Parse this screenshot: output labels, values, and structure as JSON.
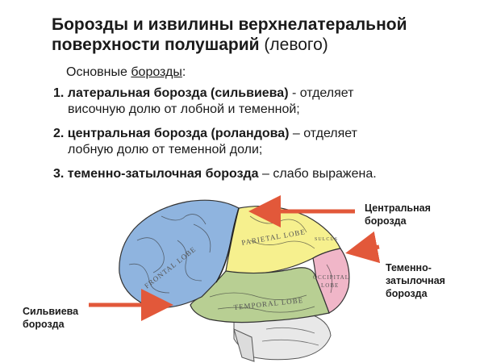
{
  "title": {
    "bold": "Борозды и извилины верхнелатеральной поверхности полушарий",
    "normal": "(левого)"
  },
  "intro": {
    "word1": "Основные",
    "word2": "борозды",
    "colon": ":"
  },
  "items": [
    {
      "bold": "1. латеральная борозда (сильвиева)",
      "rest1": " - отделяет",
      "rest2": "височную долю от лобной и теменной;"
    },
    {
      "bold": "2. центральная борозда (роландова)",
      "rest1": " – отделяет",
      "rest2": "лобную долю от теменной доли;"
    },
    {
      "bold": "3. теменно-затылочная борозда",
      "rest1": " – слабо выражена."
    }
  ],
  "labels": {
    "central_line1": "Центральная",
    "central_line2": "борозда",
    "parieto_line1": "Теменно-",
    "parieto_line2": "затылочная",
    "parieto_line3": "борозда",
    "sylvian_line1": "Сильвиева",
    "sylvian_line2": "борозда"
  },
  "brain_lobes": {
    "frontal": "FRONTAL LOBE",
    "parietal": "PARIETAL LOBE",
    "temporal": "TEMPORAL LOBE",
    "occipital_1": "OCCIPITAL",
    "occipital_2": "LOBE",
    "sulcus_tag": "SULCUS"
  },
  "colors": {
    "frontal": "#8fb4df",
    "parietal": "#f6f08e",
    "temporal": "#b8cf93",
    "occipital": "#f0b6c8",
    "cerebellum": "#e8e8e8",
    "arrow": "#e2583a"
  },
  "icons": {
    "arrow": "red-arrow-icon",
    "brain": "brain-illustration"
  }
}
